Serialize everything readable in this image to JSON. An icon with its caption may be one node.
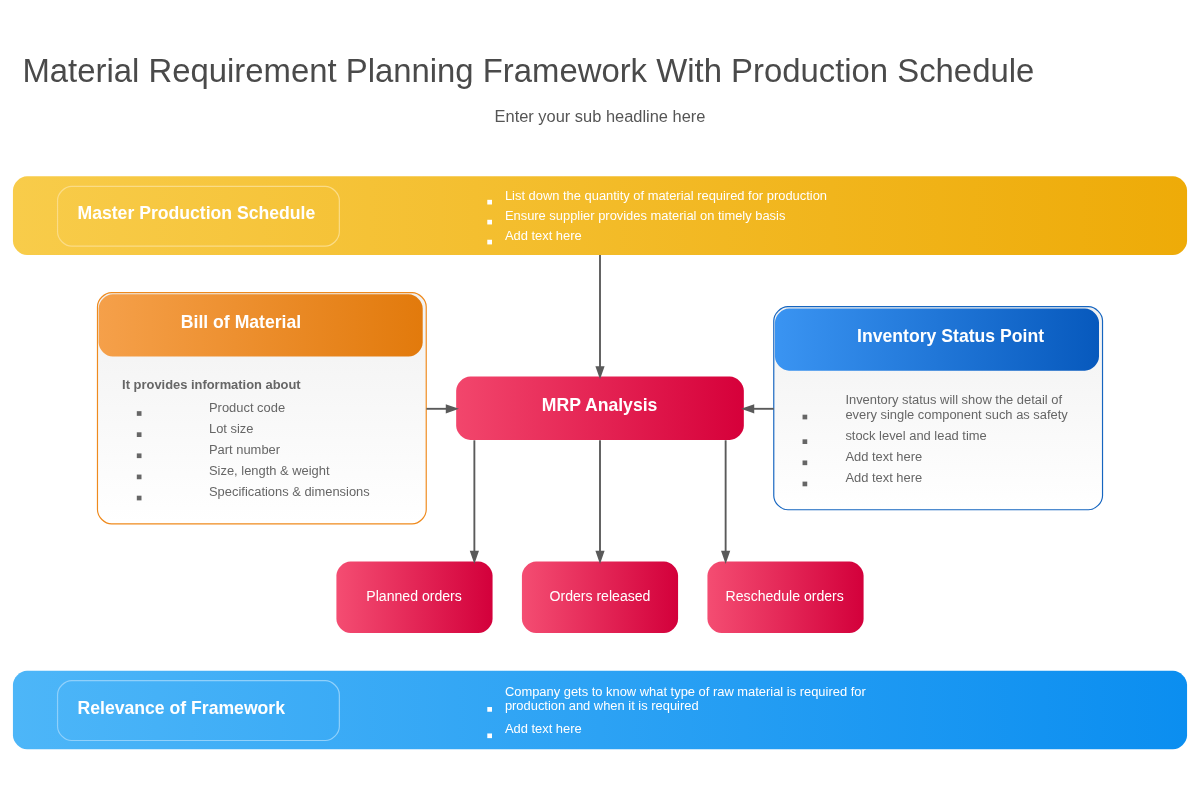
{
  "diagram": {
    "title": "Material Requirement Planning Framework With Production Schedule",
    "nodes": [
      {
        "text": [
          "Master Production Schedule",
          "List down the quantity of material required for production",
          "Ensure supplier provides material on timely basis",
          "Add text here"
        ]
      },
      {
        "text": [
          "Bill of Material",
          "It provides information about",
          "Product code",
          "Lot size",
          "Part number",
          "Size, length & weight",
          "Specifications & dimensions"
        ]
      },
      {
        "text": [
          "MRP Analysis"
        ]
      },
      {
        "text": [
          "Inventory Status Point",
          "Inventory status will show the detail of every single component such as safety",
          "stock level and lead time",
          "Add text here",
          "Add text here"
        ]
      },
      {
        "text": [
          "Planned orders"
        ]
      },
      {
        "text": [
          "Orders released"
        ]
      },
      {
        "text": [
          "Reschedule orders"
        ]
      },
      {
        "text": [
          "Relevance of Framework",
          "Company gets to know what type of raw material is required for production and when it is required",
          "Add text here"
        ]
      }
    ],
    "edges": [
      {
        "from": 0,
        "to": 2,
        "arrow": "to"
      },
      {
        "from": 1,
        "to": 2,
        "arrow": "to"
      },
      {
        "from": 3,
        "to": 2,
        "arrow": "to"
      },
      {
        "from": 2,
        "to": 4,
        "arrow": "to"
      },
      {
        "from": 2,
        "to": 5,
        "arrow": "to"
      },
      {
        "from": 2,
        "to": 6,
        "arrow": "to"
      }
    ],
    "labels": [
      "Enter your sub headline here"
    ]
  }
}
